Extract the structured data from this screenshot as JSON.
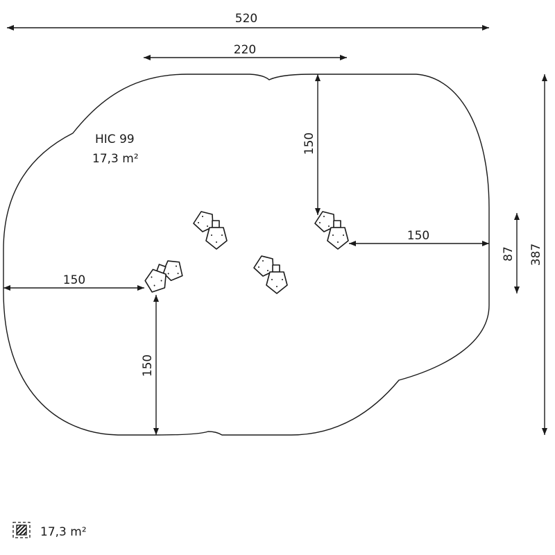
{
  "surface": {
    "label": "HIC 99",
    "area": "17,3 m²"
  },
  "dimensions": {
    "overall_width": "520",
    "inner_width": "220",
    "overall_depth": "387",
    "right_offset": "87",
    "top_right_vertical": "150",
    "top_right_horizontal": "150",
    "left_horizontal": "150",
    "left_vertical": "150"
  },
  "legend": {
    "icon": "hatched-surface-icon",
    "area": "17,3 m²"
  },
  "colors": {
    "line": "#1a1a1a",
    "background": "#ffffff"
  }
}
